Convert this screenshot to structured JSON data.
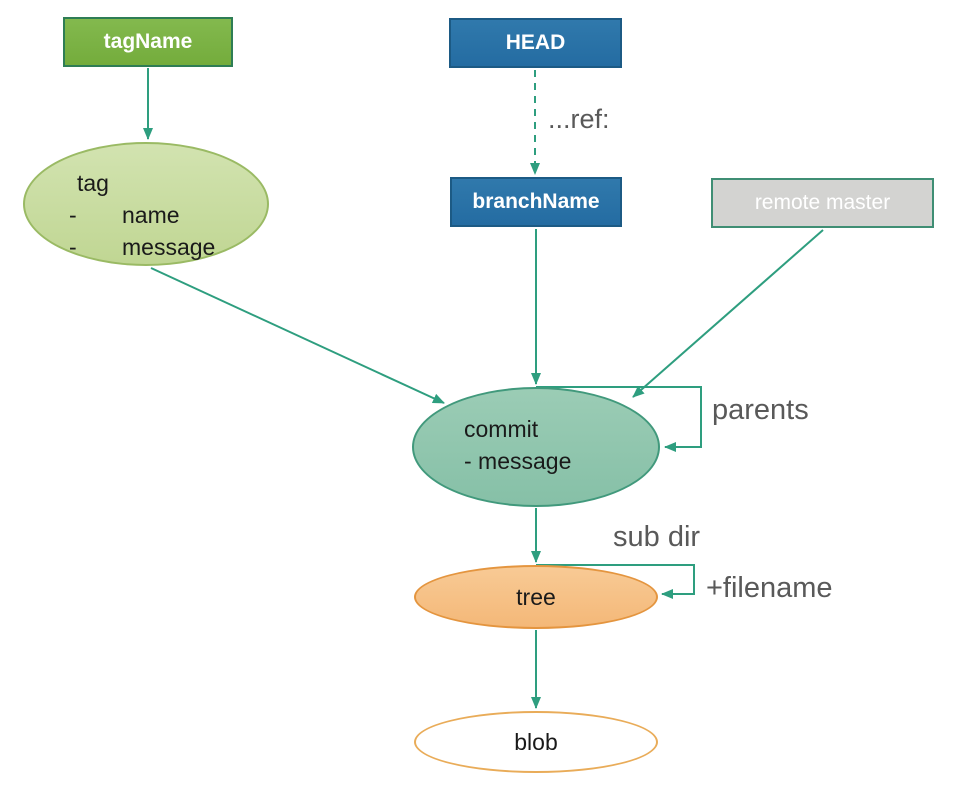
{
  "diagram": {
    "nodes": {
      "tag_name": {
        "label": "tagName"
      },
      "head": {
        "label": "HEAD"
      },
      "branch_name": {
        "label": "branchName"
      },
      "remote_master": {
        "label": "remote master"
      },
      "tag": {
        "title": "tag",
        "bullet": "-",
        "items": [
          "name",
          "message"
        ]
      },
      "commit": {
        "title": "commit",
        "subtitle": "- message"
      },
      "tree": {
        "label": "tree"
      },
      "blob": {
        "label": "blob"
      }
    },
    "edge_labels": {
      "head_to_branch": "...ref:",
      "commit_self_loop": "parents",
      "tree_self_loop_top": "sub dir",
      "tree_self_loop_right": "+filename"
    },
    "colors": {
      "arrow": "#2E9E7F",
      "edge_label_gray": "#595959",
      "tag_name_fill": "#79B041",
      "tag_name_border": "#2E7D55",
      "blue_fill": "#2B74A8",
      "blue_border": "#1C5A84",
      "remote_fill": "#D3D3D1",
      "remote_border": "#3F8E74",
      "tag_ellipse_fill": "#C8DCA2",
      "tag_ellipse_border": "#9ABA64",
      "commit_ellipse_fill": "#8EC6AE",
      "commit_ellipse_border": "#41997C",
      "tree_ellipse_fill": "#F7BF83",
      "tree_ellipse_border": "#E4953F",
      "blob_ellipse_border": "#E9AC59",
      "node_text": "#1A1A1A",
      "box_text": "#FFFFFF",
      "background": "#FFFFFF"
    }
  }
}
